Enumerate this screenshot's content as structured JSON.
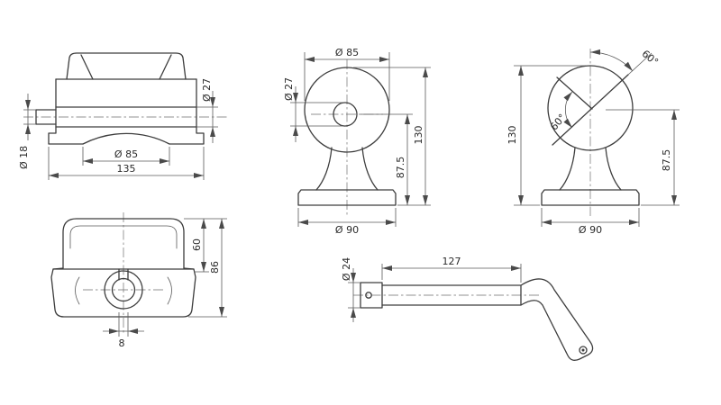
{
  "drawing": {
    "title": "tow-ball-bracket-technical-drawing",
    "front_view": {
      "dia_bore": "Ø 27",
      "dia_pipe": "Ø 18",
      "dia_seat": "Ø 85",
      "width": "135"
    },
    "top_view": {
      "height_upper": "60",
      "height_total": "86",
      "slot_width": "8"
    },
    "side_view": {
      "dia_ball": "Ø 85",
      "dia_hole": "Ø 27",
      "height_total": "130",
      "height_center": "87.5",
      "dia_base": "Ø 90"
    },
    "swivel_view": {
      "angle_upper": "60°",
      "angle_lower": "60°",
      "height_total": "130",
      "height_center": "87.5",
      "dia_base": "Ø 90"
    },
    "lever_view": {
      "dia_rod": "Ø 24",
      "length_rod": "127"
    },
    "line_color": "#3d3d3d",
    "dim_color": "#5a5a5a"
  }
}
